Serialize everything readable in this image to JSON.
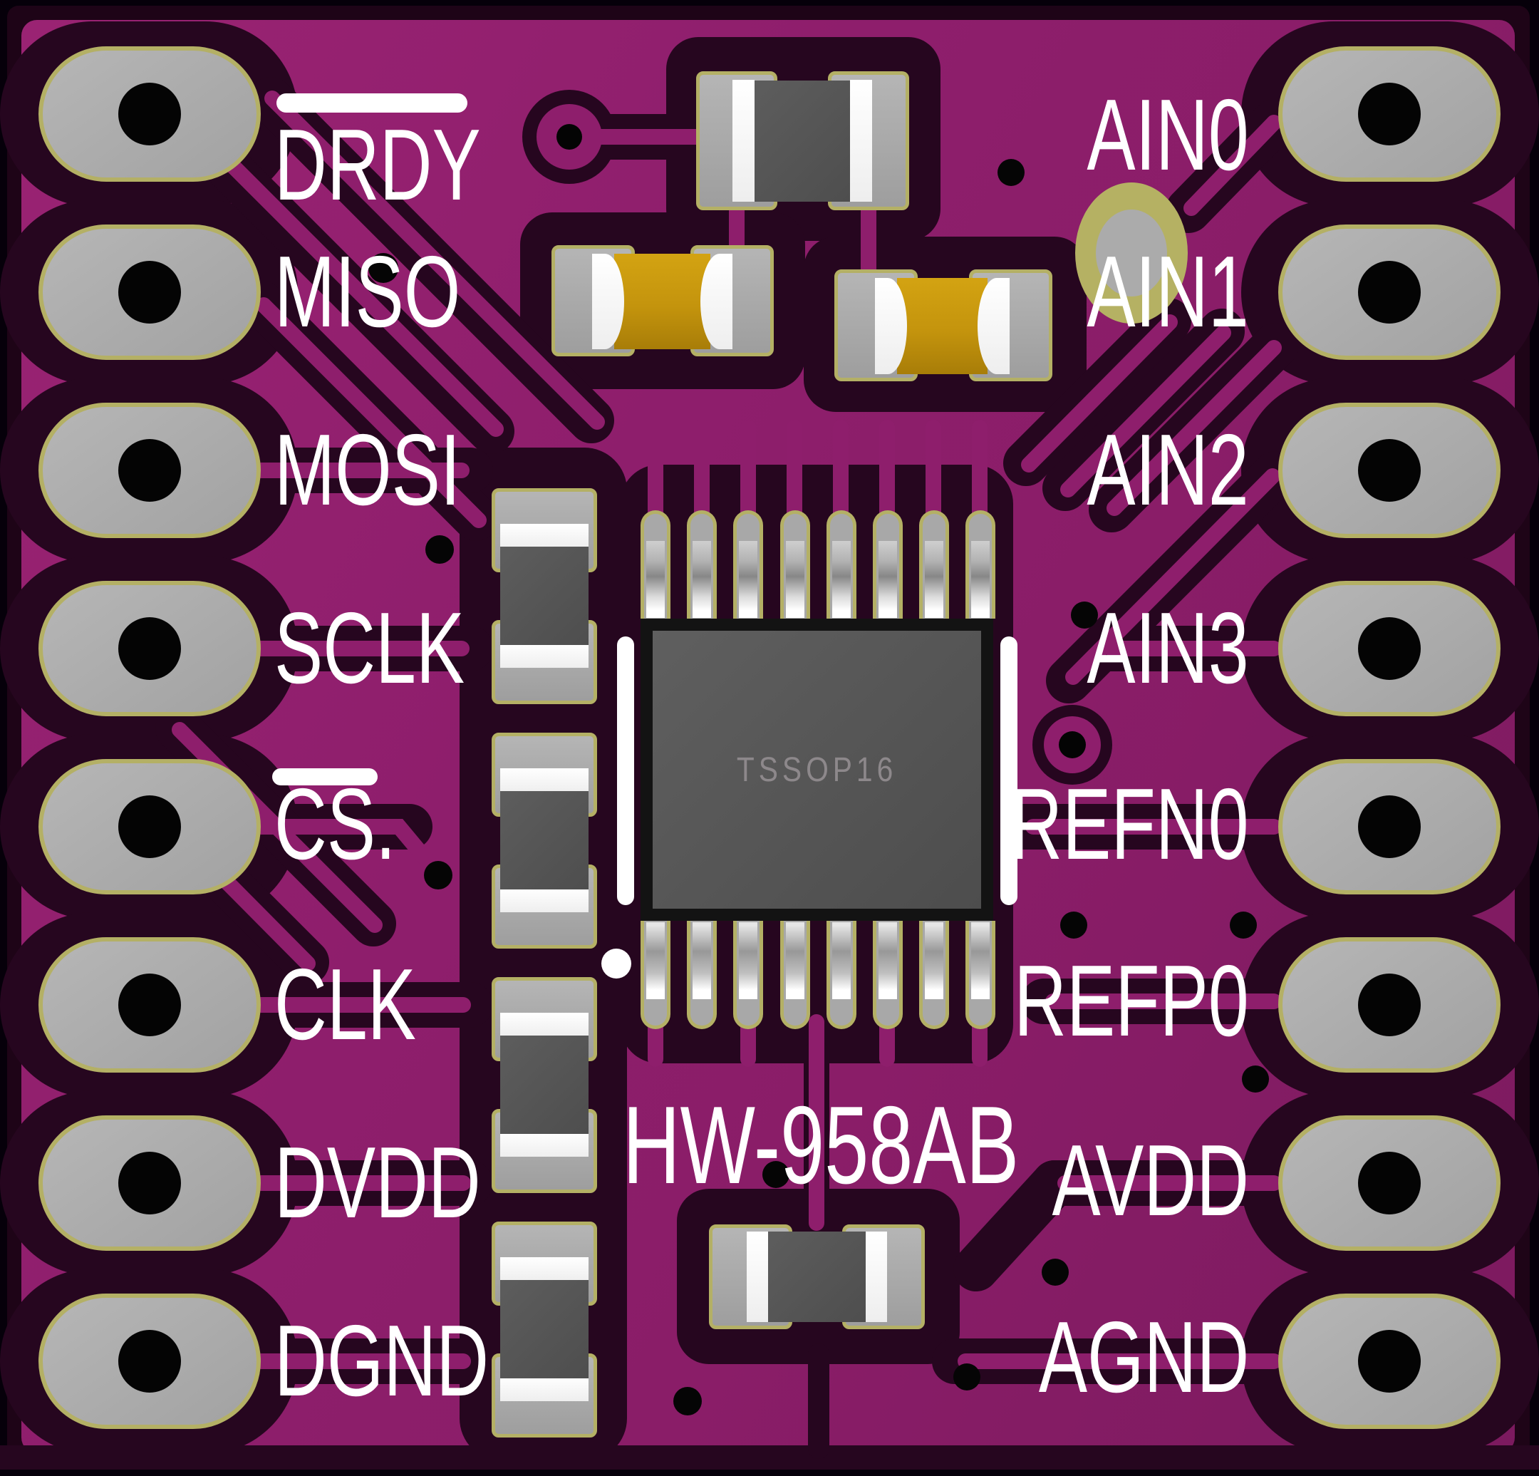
{
  "board": {
    "title_silkscreen": "HW-958AB",
    "type": "pcb-breakout-render",
    "ic": {
      "package_label": "TSSOP16",
      "pins_per_side": 8,
      "total_pins": 16
    },
    "pins": {
      "left": [
        {
          "label": "DRDY",
          "overline": true
        },
        {
          "label": "MISO",
          "overline": false
        },
        {
          "label": "MOSI",
          "overline": false
        },
        {
          "label": "SCLK",
          "overline": false
        },
        {
          "label": "CS.",
          "overline": true
        },
        {
          "label": "CLK",
          "overline": false
        },
        {
          "label": "DVDD",
          "overline": false
        },
        {
          "label": "DGND",
          "overline": false
        }
      ],
      "right": [
        {
          "label": "AIN0",
          "overline": false
        },
        {
          "label": "AIN1",
          "overline": false
        },
        {
          "label": "AIN2",
          "overline": false
        },
        {
          "label": "AIN3",
          "overline": false
        },
        {
          "label": "REFN0",
          "overline": false
        },
        {
          "label": "REFP0",
          "overline": false
        },
        {
          "label": "AVDD",
          "overline": false
        },
        {
          "label": "AGND",
          "overline": false
        }
      ]
    },
    "components": {
      "through_hole_pads": 16,
      "vertical_resistors": 4,
      "horizontal_resistors": 2,
      "gold_capacitors": 2,
      "test_point_rings": 2,
      "vias": 12,
      "pin1_marker": "white-dot"
    },
    "colors": {
      "soldermask_magenta": "#8e1e6c",
      "bare_dark": "#26061f",
      "edge_black": "#06000a",
      "silkscreen": "#ffffff",
      "pad_gray": "#ababab",
      "pad_ring_olive": "#b4b065",
      "hole_black": "#040404",
      "chip_body": "#565656",
      "chip_marking": "#8d888b",
      "capacitor_gold": "#c4940d"
    }
  }
}
